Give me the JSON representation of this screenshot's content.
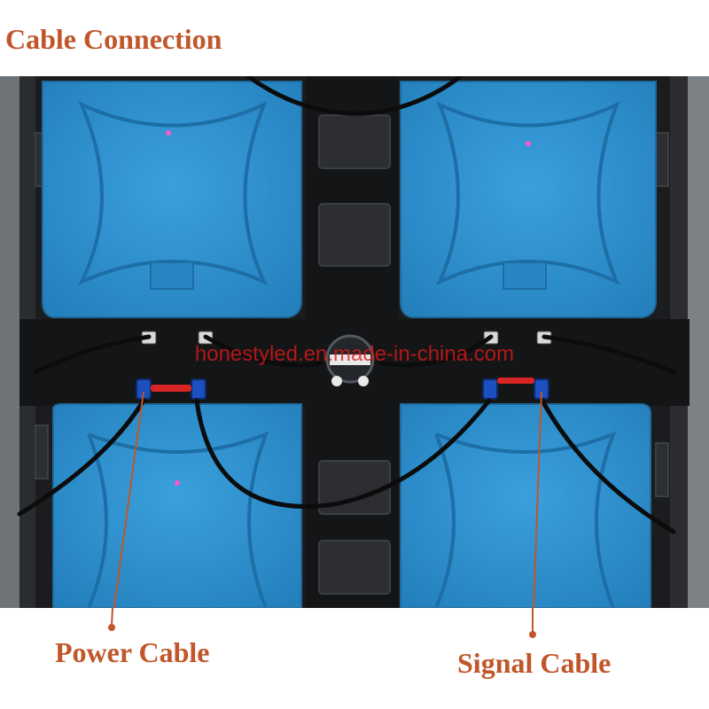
{
  "heading": "Cable Connection",
  "watermark": "honestyled.en.made-in-china.com",
  "callouts": {
    "power": "Power Cable",
    "signal": "Signal Cable"
  },
  "colors": {
    "callout_text": "#c0562a",
    "panel_blue": "#2d8fca",
    "frame_black": "#1b1c1e",
    "watermark_red": "#e01818"
  }
}
